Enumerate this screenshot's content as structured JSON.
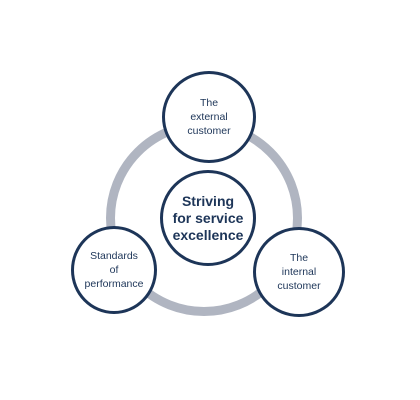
{
  "diagram": {
    "center": {
      "line1": "Striving",
      "line2": "for service",
      "line3": "excellence"
    },
    "top": {
      "line1": "The external",
      "line2": "customer"
    },
    "left": {
      "line1": "Standards of",
      "line2": "performance"
    },
    "right": {
      "line1": "The internal",
      "line2": "customer"
    },
    "colors": {
      "ring": "#b0b5c1",
      "node_border": "#1d3558",
      "text": "#1d3558",
      "background": "#ffffff"
    }
  }
}
